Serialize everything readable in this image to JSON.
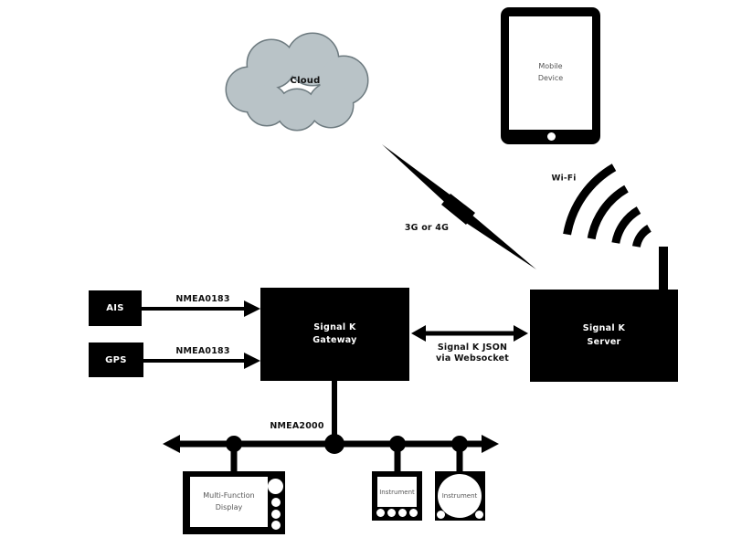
{
  "diagram": {
    "colors": {
      "ink": "#000000",
      "cloud_fill": "#b9c3c7",
      "cloud_stroke": "#6e7b80",
      "screen_text": "#555555"
    },
    "nodes": {
      "cloud": {
        "label": "Cloud"
      },
      "mobile_device": {
        "label": "Mobile\nDevice"
      },
      "ais": {
        "label": "AIS"
      },
      "gps": {
        "label": "GPS"
      },
      "gateway": {
        "label": "Signal K\nGateway"
      },
      "server": {
        "label": "Signal K\nServer"
      },
      "mfd": {
        "label": "Multi-Function\nDisplay"
      },
      "instrument_1": {
        "label": "Instrument"
      },
      "instrument_2": {
        "label": "Instrument"
      }
    },
    "links": {
      "wifi": {
        "label": "Wi-Fi"
      },
      "cellular": {
        "label": "3G or 4G"
      },
      "ais_nmea": {
        "label": "NMEA0183"
      },
      "gps_nmea": {
        "label": "NMEA0183"
      },
      "websocket": {
        "label": "Signal K JSON\nvia Websocket"
      },
      "nmea2000_bus": {
        "label": "NMEA2000"
      }
    }
  }
}
